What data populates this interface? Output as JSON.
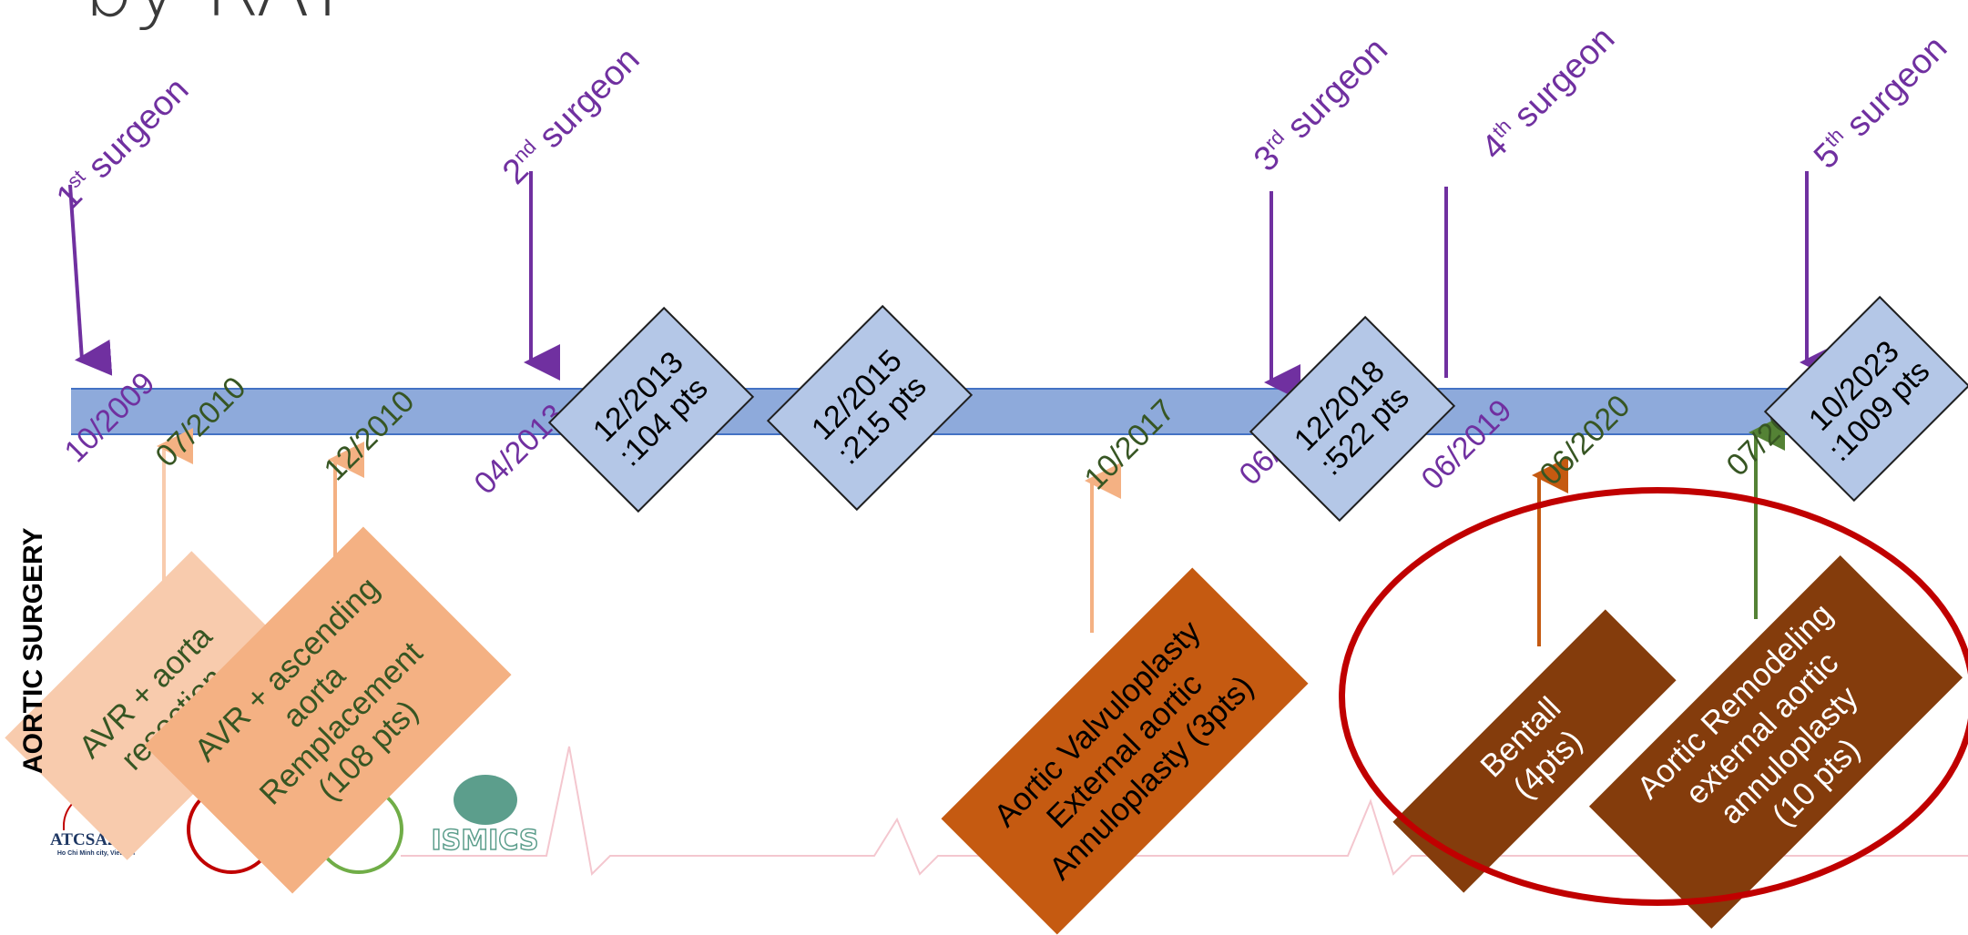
{
  "title": "by RAT",
  "side_label": "AORTIC SURGERY",
  "dates": {
    "d1": "10/2009",
    "d2": "07/2010",
    "d3": "12/2010",
    "d4": "04/2013",
    "d5": "10/2017",
    "d6": "06/2018",
    "d7": "06/2019",
    "d8": "06/2020",
    "d9": "07/2022"
  },
  "surgeons": {
    "s1": {
      "ord": "1",
      "sup": "st",
      "word": "surgeon"
    },
    "s2": {
      "ord": "2",
      "sup": "nd",
      "word": "surgeon"
    },
    "s3": {
      "ord": "3",
      "sup": "rd",
      "word": "surgeon"
    },
    "s4": {
      "ord": "4",
      "sup": "th",
      "word": "surgeon"
    },
    "s5": {
      "ord": "5",
      "sup": "th",
      "word": "surgeon"
    }
  },
  "milestones": {
    "m1": "12/2013\n:104 pts",
    "m2": "12/2015\n:215 pts",
    "m3": "12/2018\n:522 pts",
    "m4": "10/2023\n:1009 pts"
  },
  "procedures": {
    "p1": "AVR + aorta\nresection",
    "p2": "AVR + ascending\naorta\nRemplacement\n(108 pts)",
    "p3": "Aortic Valvuloplasty\nExternal aortic\nAnnuloplasty (3pts)",
    "p4": "Bentall\n(4pts)",
    "p5": "Aortic Remodeling\nexternal aortic\nannuloplasty\n(10 pts)"
  },
  "logos": {
    "atcsa": "ATCSA2023",
    "atcsa_sub": "Ho Chi Minh city, Vietnam",
    "ismics": "ISMICS"
  },
  "colors": {
    "timeline_fill": "#8eaadb",
    "timeline_border": "#4472c4",
    "surgeon_purple": "#7030a0",
    "date_green": "#375623",
    "milestone_box": "#b4c7e7",
    "proc_light": "#f8cbad",
    "proc_medium": "#f4b183",
    "proc_orange": "#c55a11",
    "proc_brown": "#843c0c",
    "highlight_red": "#c00000"
  }
}
